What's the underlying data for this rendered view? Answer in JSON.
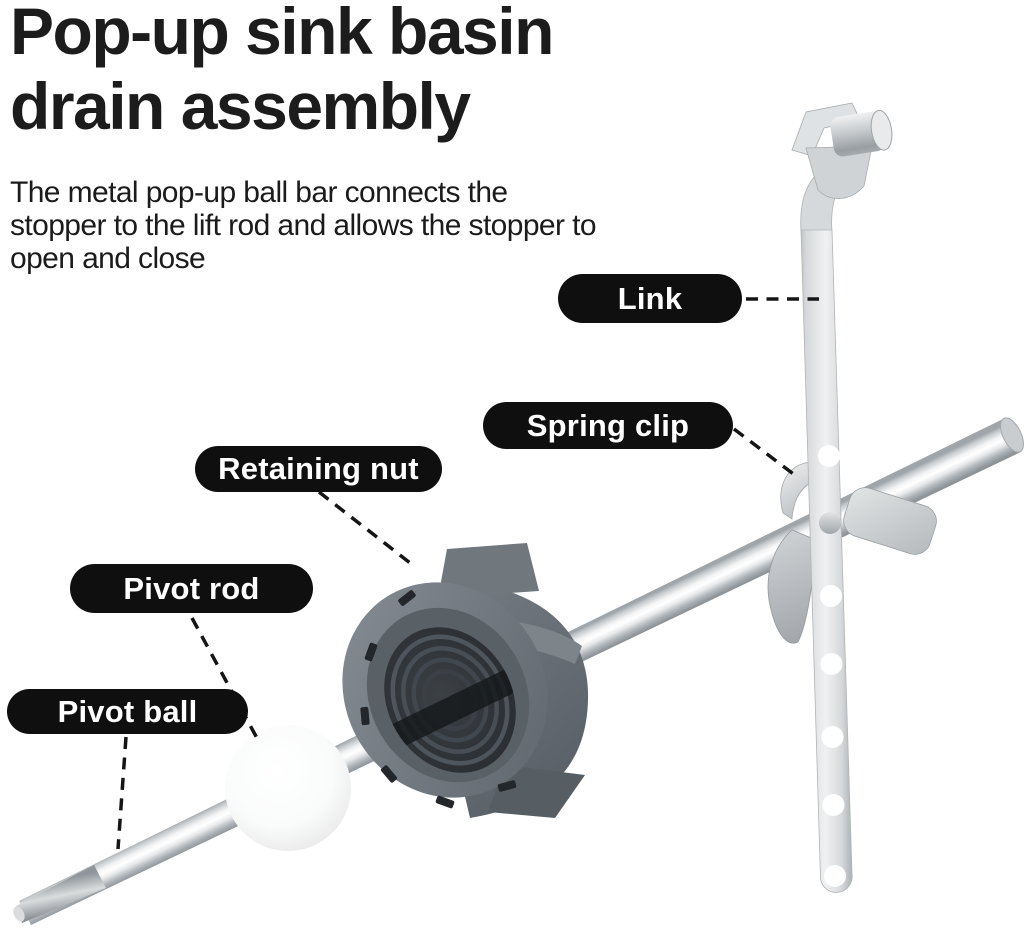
{
  "title": {
    "lines": [
      "Pop-up sink basin",
      "drain assembly"
    ]
  },
  "description": {
    "lines": [
      "The metal pop-up ball bar connects the",
      "stopper to the lift rod and allows the stopper to",
      "open and close"
    ]
  },
  "callouts": [
    {
      "id": "link",
      "label": "Link"
    },
    {
      "id": "spring-clip",
      "label": "Spring clip"
    },
    {
      "id": "retaining-nut",
      "label": "Retaining nut"
    },
    {
      "id": "pivot-rod",
      "label": "Pivot rod"
    },
    {
      "id": "pivot-ball",
      "label": "Pivot ball"
    }
  ],
  "colors": {
    "background": "#ffffff",
    "label_bg": "#0f0f0f",
    "label_text": "#ffffff",
    "title_text": "#1c1c1c",
    "body_text": "#1b1b1b",
    "leader_line": "#151515",
    "nut_gray": "#6b7278",
    "nut_opening": "#2c3034",
    "metal_light": "#f2f3f4",
    "metal_mid": "#c9cdd0",
    "metal_shadow": "#8d9397",
    "pivot_ball_white": "#fbfcfc"
  }
}
